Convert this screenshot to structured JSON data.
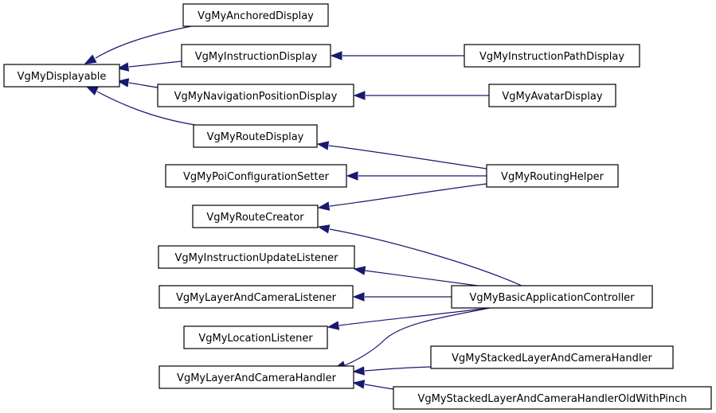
{
  "diagram": {
    "type": "class-inheritance-graph",
    "edge_color": "#191970",
    "node_border_color": "#000000",
    "node_fill_color": "#ffffff",
    "nodes": [
      {
        "id": "displayable",
        "label": "VgMyDisplayable"
      },
      {
        "id": "anchored",
        "label": "VgMyAnchoredDisplay"
      },
      {
        "id": "instruction",
        "label": "VgMyInstructionDisplay"
      },
      {
        "id": "instruction_path",
        "label": "VgMyInstructionPathDisplay"
      },
      {
        "id": "nav_position",
        "label": "VgMyNavigationPositionDisplay"
      },
      {
        "id": "avatar",
        "label": "VgMyAvatarDisplay"
      },
      {
        "id": "route_display",
        "label": "VgMyRouteDisplay"
      },
      {
        "id": "poi_setter",
        "label": "VgMyPoiConfigurationSetter"
      },
      {
        "id": "routing_helper",
        "label": "VgMyRoutingHelper"
      },
      {
        "id": "route_creator",
        "label": "VgMyRouteCreator"
      },
      {
        "id": "instr_update_listener",
        "label": "VgMyInstructionUpdateListener"
      },
      {
        "id": "layer_camera_listener",
        "label": "VgMyLayerAndCameraListener"
      },
      {
        "id": "basic_app_controller",
        "label": "VgMyBasicApplicationController"
      },
      {
        "id": "location_listener",
        "label": "VgMyLocationListener"
      },
      {
        "id": "layer_camera_handler",
        "label": "VgMyLayerAndCameraHandler"
      },
      {
        "id": "stacked_handler",
        "label": "VgMyStackedLayerAndCameraHandler"
      },
      {
        "id": "stacked_handler_pinch",
        "label": "VgMyStackedLayerAndCameraHandlerOldWithPinch"
      }
    ],
    "edges": [
      {
        "from": "anchored",
        "to": "displayable"
      },
      {
        "from": "instruction",
        "to": "displayable"
      },
      {
        "from": "nav_position",
        "to": "displayable"
      },
      {
        "from": "route_display",
        "to": "displayable"
      },
      {
        "from": "instruction_path",
        "to": "instruction"
      },
      {
        "from": "avatar",
        "to": "nav_position"
      },
      {
        "from": "routing_helper",
        "to": "route_display"
      },
      {
        "from": "routing_helper",
        "to": "poi_setter"
      },
      {
        "from": "routing_helper",
        "to": "route_creator"
      },
      {
        "from": "basic_app_controller",
        "to": "route_creator"
      },
      {
        "from": "basic_app_controller",
        "to": "instr_update_listener"
      },
      {
        "from": "basic_app_controller",
        "to": "layer_camera_listener"
      },
      {
        "from": "basic_app_controller",
        "to": "location_listener"
      },
      {
        "from": "basic_app_controller",
        "to": "layer_camera_handler"
      },
      {
        "from": "stacked_handler",
        "to": "layer_camera_handler"
      },
      {
        "from": "stacked_handler_pinch",
        "to": "layer_camera_handler"
      }
    ]
  }
}
